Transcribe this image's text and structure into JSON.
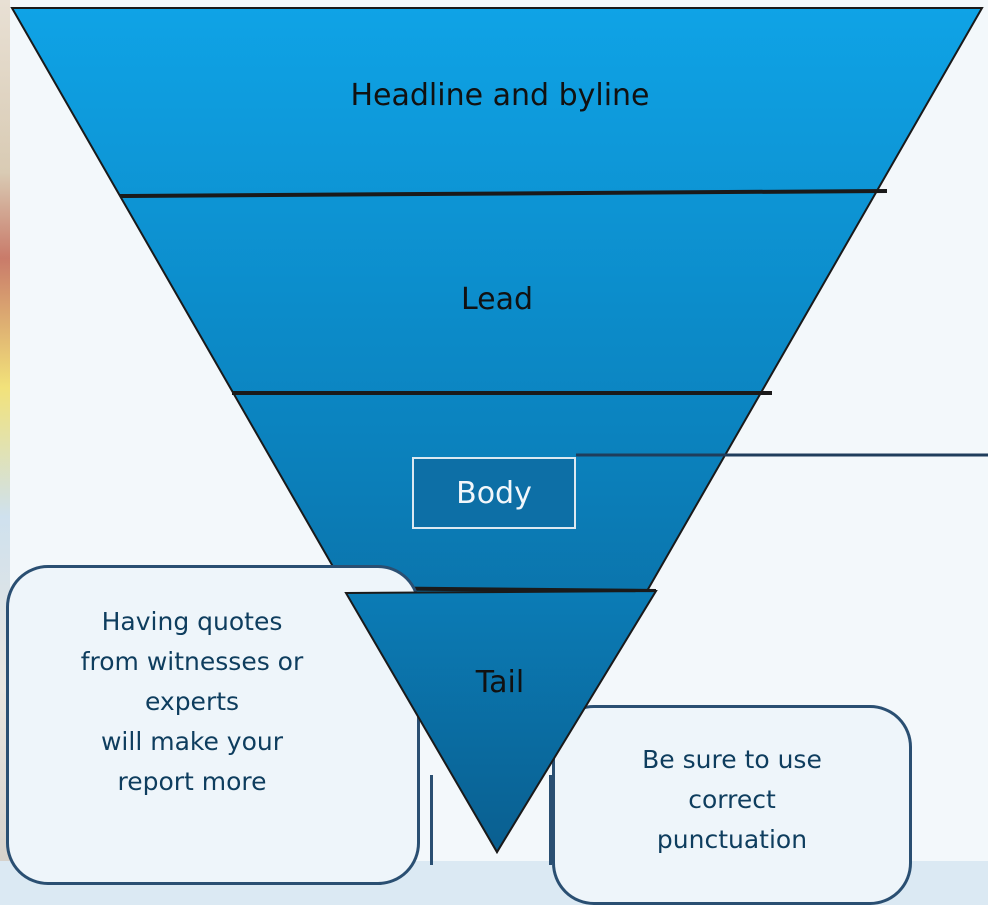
{
  "diagram": {
    "layers": [
      {
        "label": "Headline and byline"
      },
      {
        "label": "Lead"
      },
      {
        "label": "Body"
      },
      {
        "label": "Tail"
      }
    ]
  },
  "callouts": {
    "left_text": "Having quotes\nfrom witnesses or\nexperts\nwill make your\nreport more",
    "right_text": "Be sure to use\ncorrect\npunctuation"
  },
  "colors": {
    "pyramid_top": "#0fa3e6",
    "pyramid_bottom": "#0a5f90",
    "divider": "#1a1a1a",
    "callout_border": "#2a4f72",
    "callout_text": "#0e3d5e"
  }
}
